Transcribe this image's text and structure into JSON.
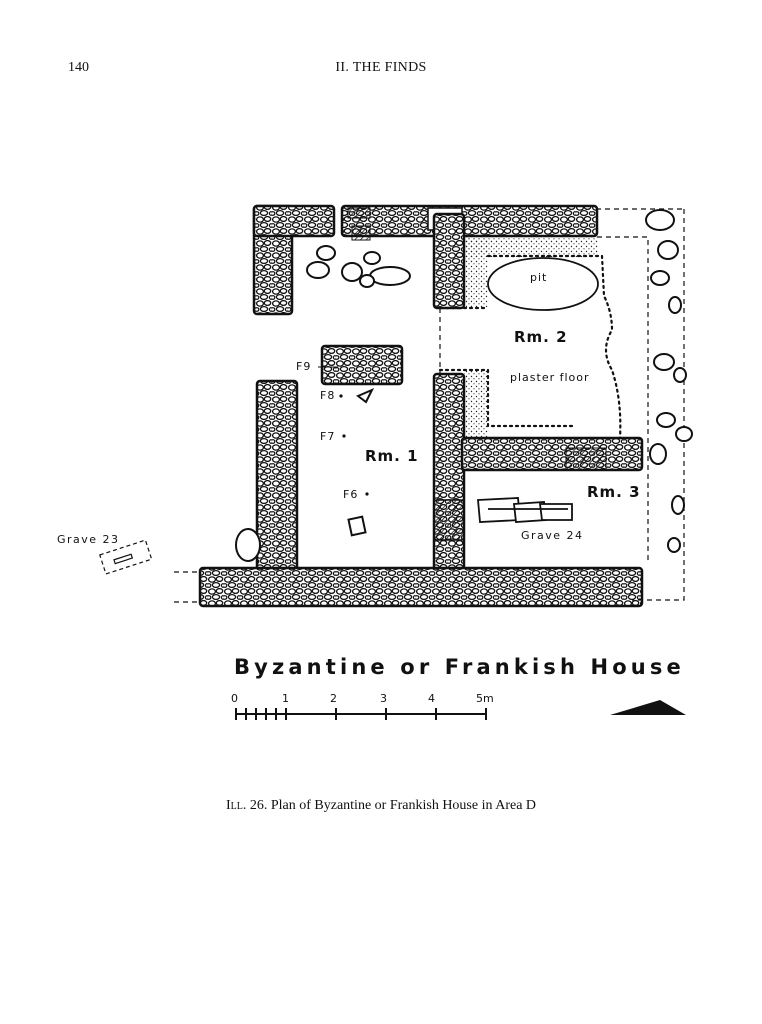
{
  "header": {
    "page_number": "140",
    "running_title": "II. THE FINDS"
  },
  "plan": {
    "title": "Byzantine or Frankish House",
    "labels": {
      "pit": "pit",
      "rm2": "Rm. 2",
      "plaster": "plaster floor",
      "rm1": "Rm. 1",
      "rm3": "Rm. 3",
      "f9": "F9",
      "f8": "F8",
      "f7": "F7",
      "f6": "F6",
      "grave23": "Grave 23",
      "grave24": "Grave 24"
    },
    "scale": {
      "ticks": [
        "0",
        "1",
        "2",
        "3",
        "4",
        "5m"
      ]
    }
  },
  "caption": {
    "ill_label": "Ill. 26.",
    "text": " Plan of Byzantine or Frankish House in Area D"
  }
}
